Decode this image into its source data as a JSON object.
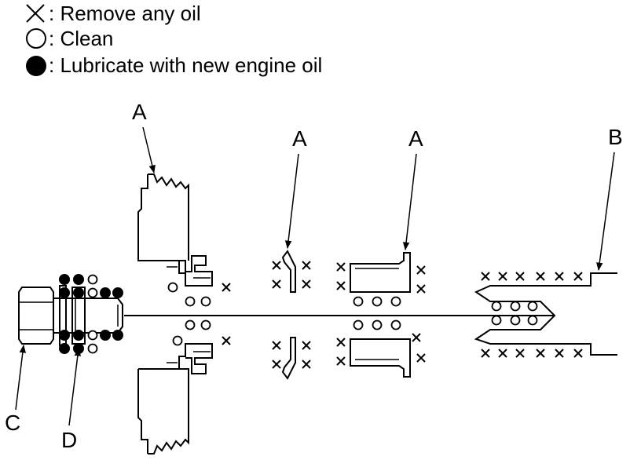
{
  "legend": {
    "remove_oil": {
      "symbol": "cross",
      "label": ": Remove any oil"
    },
    "clean": {
      "symbol": "open-circle",
      "label": ": Clean"
    },
    "lubricate": {
      "symbol": "filled-circle",
      "label": ": Lubricate with new engine oil"
    }
  },
  "callouts": {
    "a1": "A",
    "a2": "A",
    "a3": "A",
    "b": "B",
    "c": "C",
    "d": "D"
  }
}
